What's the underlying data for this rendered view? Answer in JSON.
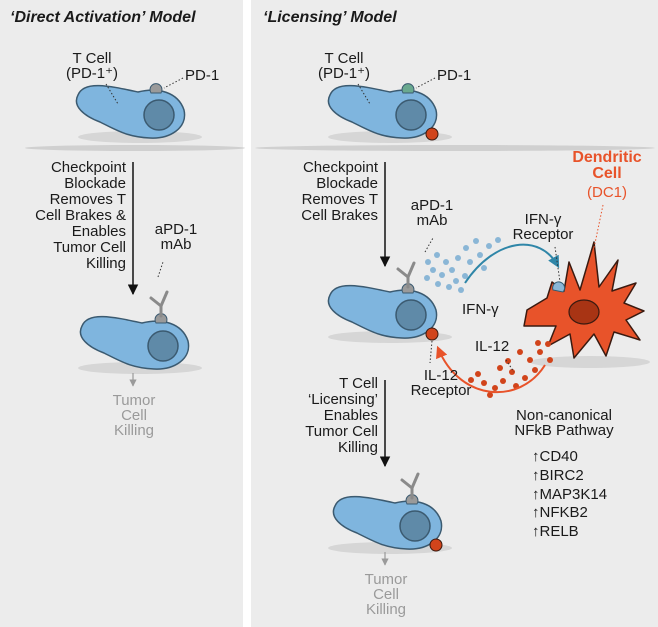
{
  "left_panel": {
    "title": "‘Direct Activation’ Model",
    "t_cell_label": "T Cell\n(PD-1⁺)",
    "pd1_label": "PD-1",
    "arrow_text": "Checkpoint\nBlockade\nRemoves T\nCell Brakes &\nEnables\nTumor Cell\nKilling",
    "antibody_label": "aPD-1\nmAb",
    "outcome_label": "Tumor\nCell\nKilling"
  },
  "right_panel": {
    "title": "‘Licensing’ Model",
    "t_cell_label": "T Cell\n(PD-1⁺)",
    "pd1_label": "PD-1",
    "arrow_text_1": "Checkpoint\nBlockade\nRemoves T\nCell Brakes",
    "antibody_label": "aPD-1\nmAb",
    "ifng_receptor_label": "IFN-γ\nReceptor",
    "ifng_label": "IFN-γ",
    "il12_label": "IL-12",
    "il12_receptor_label": "IL-12\nReceptor",
    "dendritic_label": "Dendritic\nCell",
    "dc_subtype_label": "(DC1)",
    "arrow_text_2": "T Cell\n‘Licensing’\nEnables\nTumor Cell\nKilling",
    "pathway_title": "Non-canonical\nNFkB Pathway",
    "pathway_genes": [
      "CD40",
      "BIRC2",
      "MAP3K14",
      "NFKB2",
      "RELB"
    ],
    "outcome_label": "Tumor\nCell\nKilling"
  },
  "colors": {
    "background_left": "#ececec",
    "background_right": "#ececec",
    "divider": "#ffffff",
    "t_cell_body": "#7fb5de",
    "t_cell_outline": "#3b5a70",
    "nucleus": "#5f8aa8",
    "pd1_left": "#9a9a9a",
    "pd1_right": "#6aa98f",
    "il12_receptor": "#d1441b",
    "antibody": "#8a8a8a",
    "dendritic": "#e8532a",
    "dendritic_outline": "#3a1a10",
    "ifng": "#8ab6d6",
    "ifng_arrow": "#2f86a8",
    "il12": "#d1441b",
    "text": "#1a1a1a",
    "muted_text": "#9a9a9a"
  }
}
